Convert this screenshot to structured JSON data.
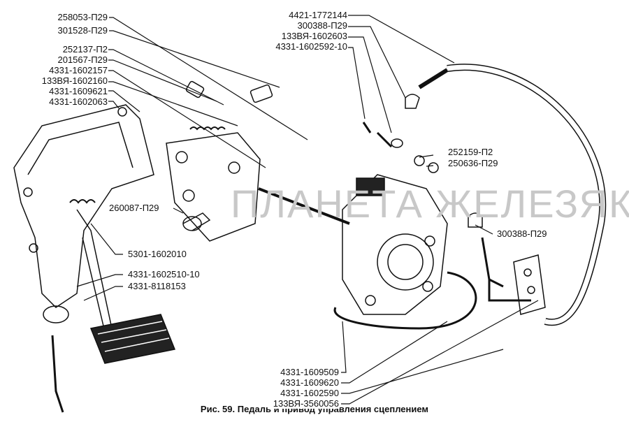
{
  "caption": "Рис. 59. Педаль и привод управления сцеплением",
  "watermark": "ПЛАНЕТА ЖЕЛЕЗЯКА",
  "labels_left": [
    "258053-П29",
    "301528-П29",
    "252137-П2",
    "201567-П29",
    "4331-1602157",
    "133ВЯ-1602160",
    "4331-1609621",
    "4331-1602063"
  ],
  "labels_top": [
    "4421-1772144",
    "300388-П29",
    "133ВЯ-1602603",
    "4331-1602592-10"
  ],
  "labels_right": [
    "252159-П2",
    "250636-П29",
    "300388-П29"
  ],
  "labels_mid": [
    "260087-П29",
    "5301-1602010",
    "4331-1602510-10",
    "4331-8118153"
  ],
  "labels_bottom": [
    "4331-1609509",
    "4331-1609620",
    "4331-1602590",
    "133ВЯ-3560056"
  ]
}
